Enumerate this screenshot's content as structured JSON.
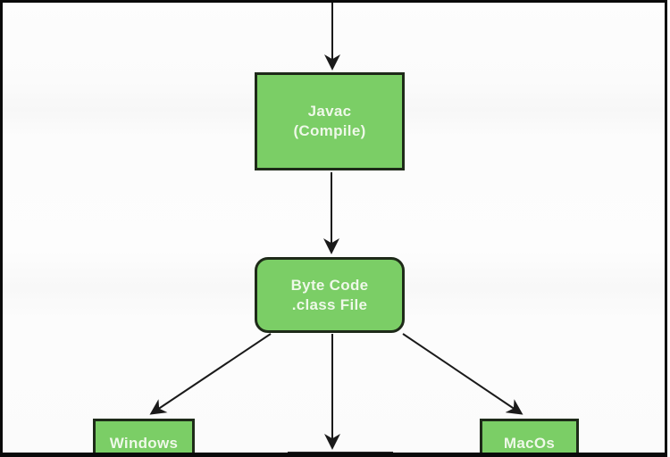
{
  "diagram": {
    "title": "java-compilation-flow",
    "colors": {
      "node_fill": "#7bce66",
      "node_border": "#1e2a19",
      "node_text": "#eef9e8",
      "arrow": "#1a1a1a",
      "frame": "#0a0a0a",
      "background": "#fcfcfc"
    },
    "nodes": {
      "javac": {
        "line1": "Javac",
        "line2": "(Compile)"
      },
      "bytecode": {
        "line1": "Byte Code",
        "line2": ".class File"
      },
      "windows": {
        "label": "Windows"
      },
      "macos": {
        "label": "MacOs"
      }
    },
    "edges": [
      {
        "from": "top",
        "to": "javac"
      },
      {
        "from": "javac",
        "to": "bytecode"
      },
      {
        "from": "bytecode",
        "to": "windows"
      },
      {
        "from": "bytecode",
        "to": "bottom-center-node"
      },
      {
        "from": "bytecode",
        "to": "macos"
      }
    ]
  }
}
